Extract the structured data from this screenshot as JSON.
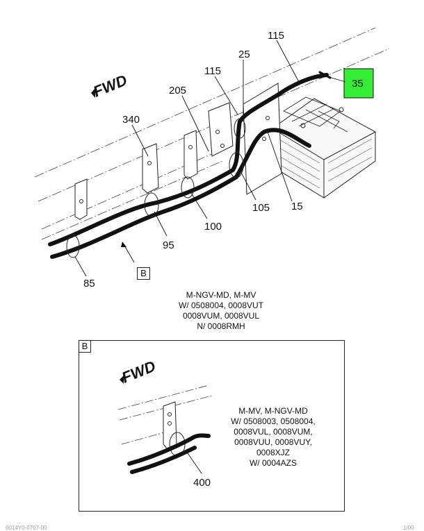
{
  "main": {
    "fwd_label": "FWD",
    "callouts": {
      "c115_top": "115",
      "c25": "25",
      "c115_mid": "115",
      "c35": "35",
      "c205": "205",
      "c340": "340",
      "c15": "15",
      "c105": "105",
      "c100": "100",
      "c95": "95",
      "c85": "85"
    },
    "view_callout": "B",
    "note_lines": [
      "M-NGV-MD, M-MV",
      "W/ 0508004, 0008VUT",
      "0008VUM, 0008VUL",
      "N/ 0008RMH"
    ],
    "highlight_color": "#33ee33"
  },
  "detail": {
    "tag": "B",
    "fwd_label": "FWD",
    "callout": "400",
    "note_lines": [
      "M-MV, M-NGV-MD",
      "W/ 0508003, 0508004,",
      "0008VUL, 0008VUM,",
      "0008VUU, 0008VUY,",
      "0008XJZ",
      "W/ 0004AZS"
    ]
  },
  "footer": {
    "left": "0014Y0-0707-00",
    "right": "1/00"
  }
}
